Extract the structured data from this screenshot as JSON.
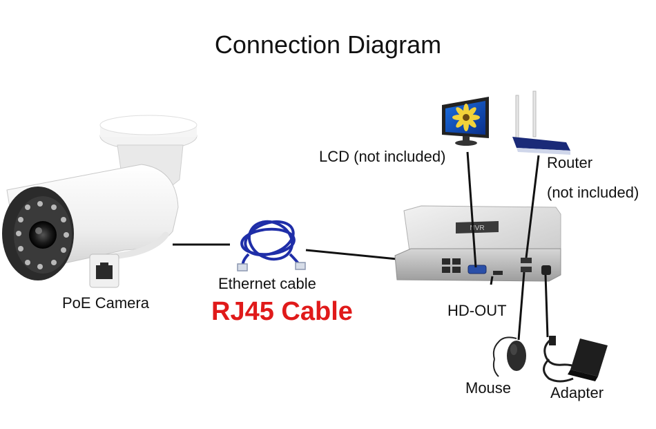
{
  "title": "Connection Diagram",
  "labels": {
    "camera": "PoE Camera",
    "ethernet": "Ethernet cable",
    "rj45": "RJ45 Cable",
    "lcd": "LCD (not included)",
    "router_line1": "Router",
    "router_line2": "(not included)",
    "hdout": "HD-OUT",
    "mouse": "Mouse",
    "adapter": "Adapter"
  },
  "nvr_badge": "NVR",
  "colors": {
    "rj45_text": "#e01a1a",
    "cable_blue": "#1f2ea8",
    "line": "#111111"
  },
  "icons": [
    "poe-camera-icon",
    "ethernet-cable-icon",
    "nvr-device-icon",
    "monitor-icon",
    "router-icon",
    "mouse-icon",
    "power-adapter-icon"
  ]
}
